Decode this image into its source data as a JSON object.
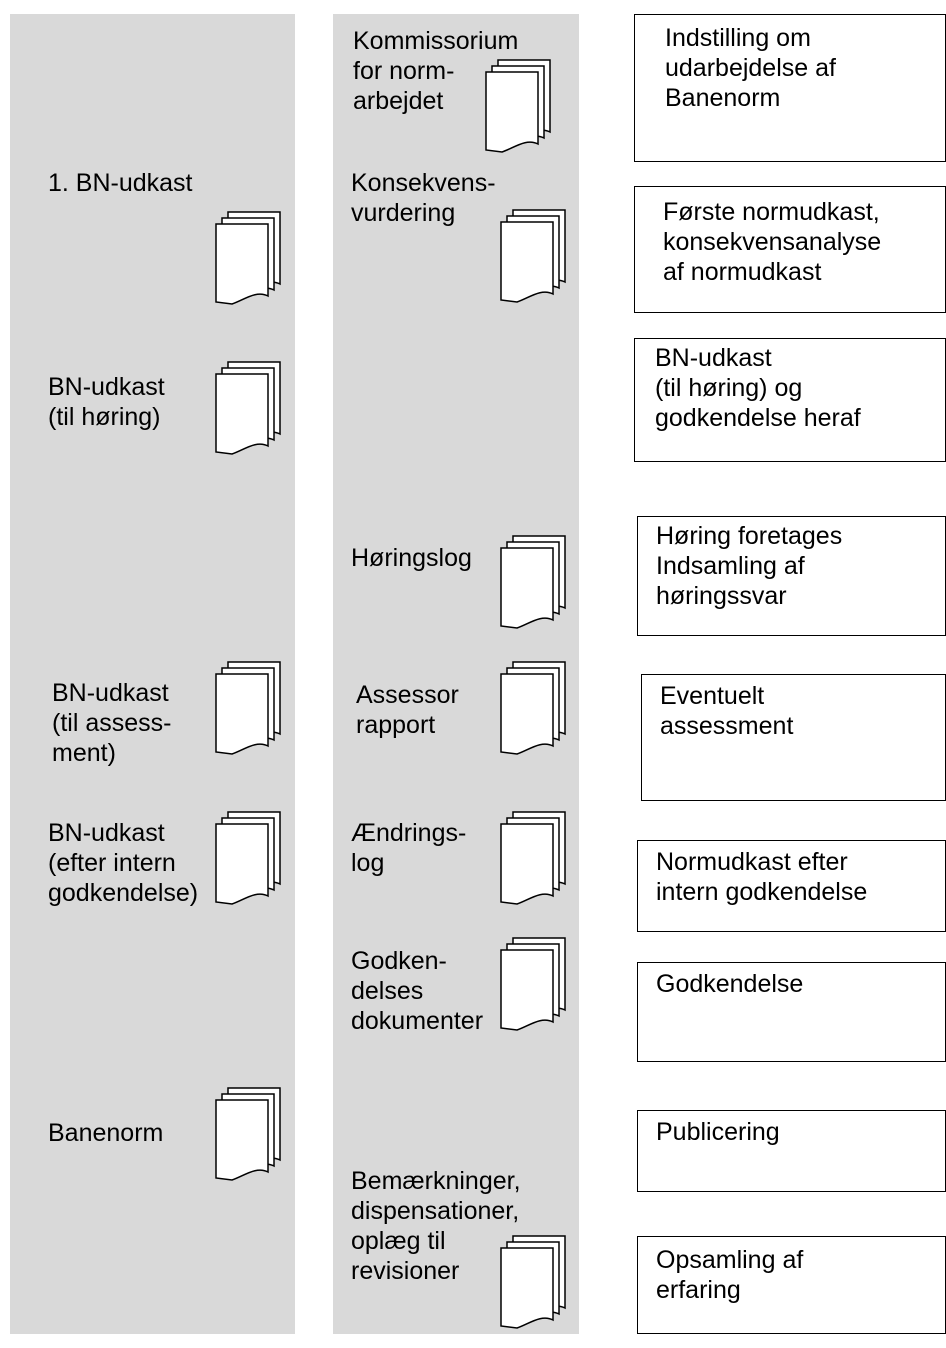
{
  "left_column": {
    "items": [
      {
        "label": "1. BN-udkast"
      },
      {
        "label": "BN-udkast\n(til høring)"
      },
      {
        "label": "BN-udkast\n(til assess-\nment)"
      },
      {
        "label": "BN-udkast\n(efter intern\ngodkendelse)"
      },
      {
        "label": "Banenorm"
      }
    ]
  },
  "middle_column": {
    "items": [
      {
        "label": "Kommissorium\nfor norm-\narbejdet"
      },
      {
        "label": "Konsekvens-\nvurdering"
      },
      {
        "label": "Høringslog"
      },
      {
        "label": "Assessor\nrapport"
      },
      {
        "label": "Ændrings-\nlog"
      },
      {
        "label": "Godken-\ndelses\ndokumenter"
      },
      {
        "label": "Bemærkninger,\ndispensationer,\noplæg til\nrevisioner"
      }
    ]
  },
  "process_steps": [
    {
      "label": "Indstilling om\nudarbejdelse af\nBanenorm"
    },
    {
      "label": "Første normudkast,\nkonsekvensanalyse\naf normudkast"
    },
    {
      "label": "BN-udkast\n(til høring) og\ngodkendelse heraf"
    },
    {
      "label": "Høring foretages\nIndsamling af\nhøringssvar"
    },
    {
      "label": "Eventuelt\nassessment"
    },
    {
      "label": "Normudkast efter\nintern godkendelse"
    },
    {
      "label": "Godkendelse"
    },
    {
      "label": "Publicering"
    },
    {
      "label": "Opsamling af\nerfaring"
    }
  ],
  "icons": {
    "document_stack": "document-stack-icon"
  },
  "colors": {
    "column_background": "#d9d9d9",
    "box_border": "#000000"
  }
}
